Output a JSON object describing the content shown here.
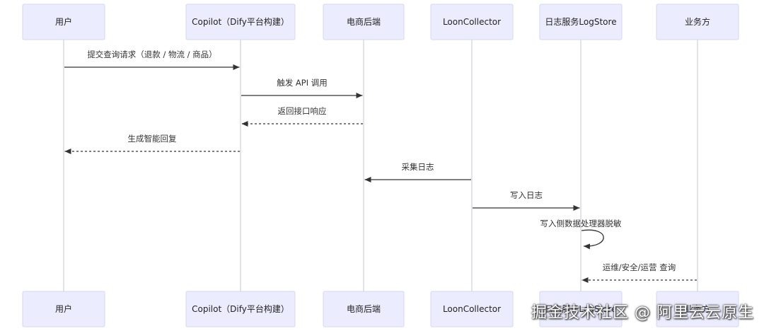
{
  "actors": [
    {
      "id": "user",
      "label": "用户"
    },
    {
      "id": "copilot",
      "label": "Copilot（Dify平台构建）"
    },
    {
      "id": "backend",
      "label": "电商后端"
    },
    {
      "id": "loon",
      "label": "LoonCollector"
    },
    {
      "id": "logstore",
      "label": "日志服务LogStore"
    },
    {
      "id": "biz",
      "label": "业务方"
    }
  ],
  "messages": [
    {
      "from": "user",
      "to": "copilot",
      "label": "提交查询请求（退款 / 物流 / 商品）",
      "style": "solid"
    },
    {
      "from": "copilot",
      "to": "backend",
      "label": "触发 API 调用",
      "style": "solid"
    },
    {
      "from": "backend",
      "to": "copilot",
      "label": "返回接口响应",
      "style": "dashed"
    },
    {
      "from": "copilot",
      "to": "user",
      "label": "生成智能回复",
      "style": "dashed"
    },
    {
      "from": "loon",
      "to": "backend",
      "label": "采集日志",
      "style": "solid"
    },
    {
      "from": "loon",
      "to": "logstore",
      "label": "写入日志",
      "style": "solid"
    },
    {
      "from": "logstore",
      "to": "logstore",
      "label": "写入侧数据处理器脱敏",
      "style": "solid"
    },
    {
      "from": "biz",
      "to": "logstore",
      "label": "运维/安全/运营 查询",
      "style": "dashed"
    }
  ],
  "watermark": "掘金技术社区 @ 阿里云云原生"
}
